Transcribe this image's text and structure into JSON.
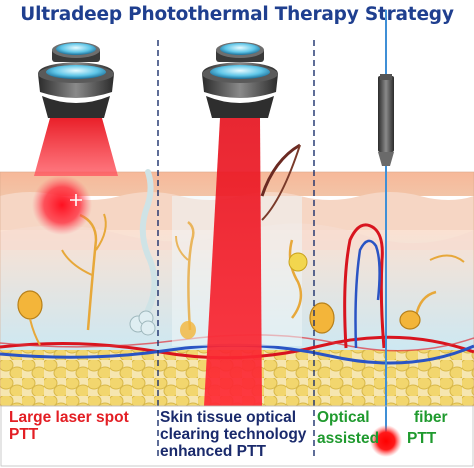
{
  "title": "Ultradeep Photothermal Therapy Strategy",
  "colors": {
    "title": "#1f3f8f",
    "caption_left": "#e31e24",
    "caption_middle": "#1a2a6c",
    "caption_right": "#1f9a2e",
    "laser": "#e0141e",
    "dermis": "#f3ccb6",
    "hypodermis": "#a9d8ec",
    "fat": "#f3d980",
    "divider": "#1b2f6b"
  },
  "panels": [
    {
      "caption_lines": [
        "Large laser spot",
        "PTT"
      ]
    },
    {
      "caption_lines": [
        "Skin tissue optical",
        "clearing technology",
        "enhanced PTT"
      ]
    },
    {
      "caption_parts": [
        "Optical",
        "fiber",
        "assisted",
        "PTT"
      ]
    }
  ],
  "icons": [
    "laser-head-icon",
    "laser-head-icon",
    "optical-fiber-icon",
    "hair-follicle-icon",
    "sweat-gland-icon",
    "blood-vessel-icon"
  ]
}
